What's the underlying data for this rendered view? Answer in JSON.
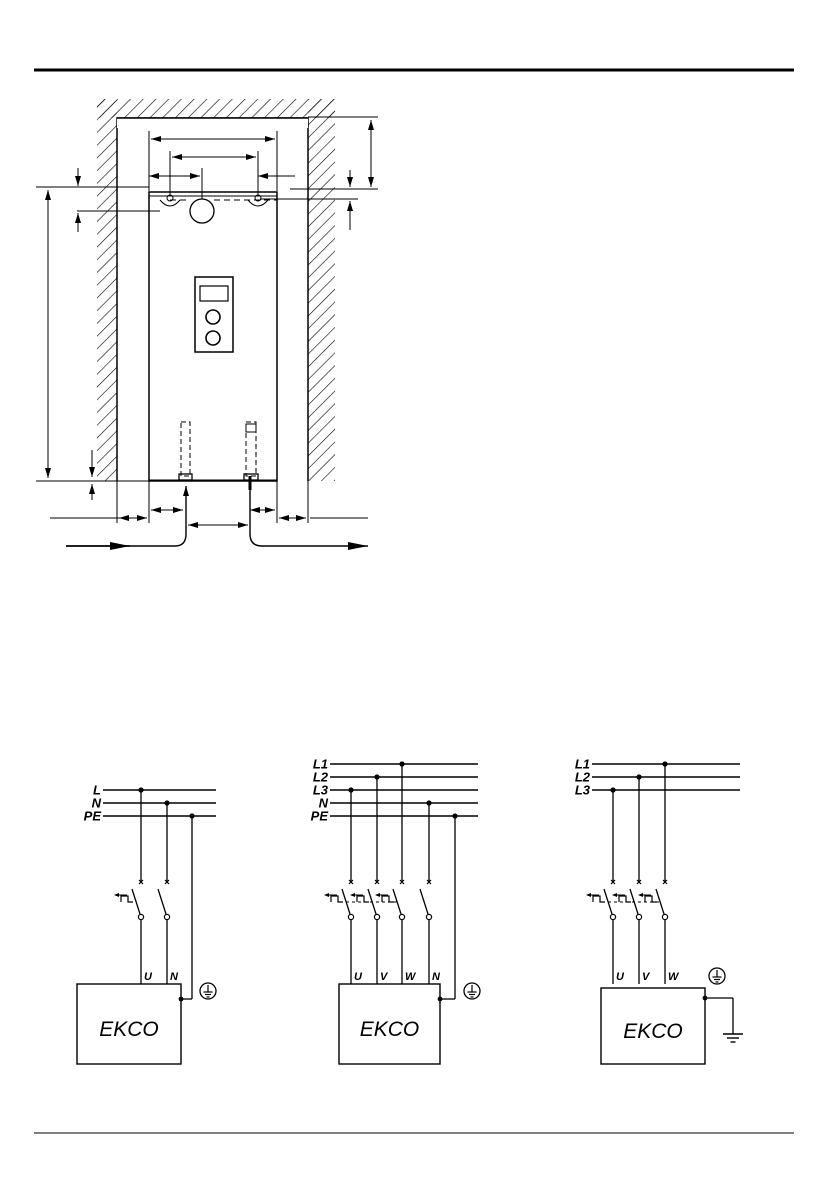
{
  "diagrams": [
    {
      "id": "single-phase",
      "box_label": "EKCO",
      "lines": [
        "L",
        "N",
        "PE"
      ],
      "terminals": [
        "U",
        "N"
      ]
    },
    {
      "id": "three-phase-neutral",
      "box_label": "EKCO",
      "lines": [
        "L1",
        "L2",
        "L3",
        "N",
        "PE"
      ],
      "terminals": [
        "U",
        "V",
        "W",
        "N"
      ]
    },
    {
      "id": "three-phase",
      "box_label": "EKCO",
      "lines": [
        "L1",
        "L2",
        "L3"
      ],
      "terminals": [
        "U",
        "V",
        "W"
      ]
    }
  ],
  "icons": {
    "earth": "earth-ground-circle-icon",
    "ground": "ground-symbol-icon",
    "breaker": "circuit-breaker-icon"
  },
  "colors": {
    "ink": "#000000",
    "paper": "#ffffff"
  }
}
